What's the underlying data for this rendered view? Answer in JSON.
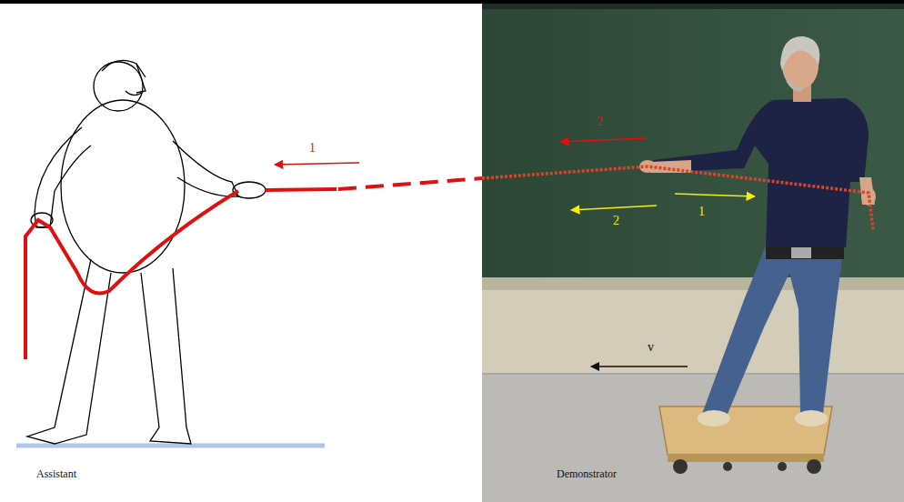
{
  "diagram": {
    "labels": [
      "1",
      "2",
      "2",
      "1",
      "v",
      "Assistant",
      "Demonstrator"
    ]
  }
}
